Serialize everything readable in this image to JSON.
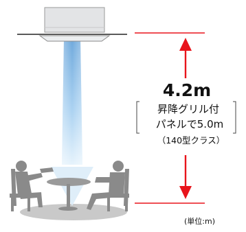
{
  "annotation": {
    "height_value": "4.2m",
    "condition_line1": "昇降グリル付",
    "condition_line2": "パネルで5.0m",
    "condition_line3": "（140型クラス）"
  },
  "unit_note": "(単位:m)",
  "colors": {
    "arrow": "#e8141b",
    "airflow": "#8fc3ea",
    "unit_body": "#dfe1e3",
    "furniture": "#8a8a8a",
    "floor_shadow": "#c4c4c4"
  }
}
